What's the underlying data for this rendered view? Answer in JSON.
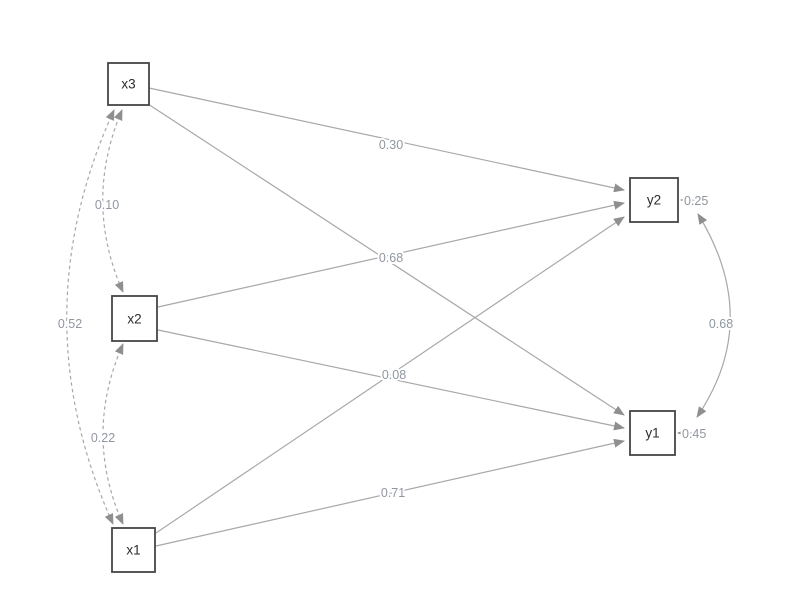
{
  "diagram": {
    "type": "sem-path-diagram",
    "background_color": "#ffffff",
    "edge_color": "#a8a8a8",
    "arrow_color": "#8f8f8f",
    "box_border_color": "#454545",
    "node_text_color": "#2b2b2b",
    "edge_label_color": "#9097a1",
    "nodes": [
      {
        "id": "x3",
        "label": "x3"
      },
      {
        "id": "x2",
        "label": "x2"
      },
      {
        "id": "x1",
        "label": "x1"
      },
      {
        "id": "y2",
        "label": "y2"
      },
      {
        "id": "y1",
        "label": "y1"
      }
    ],
    "labels": {
      "x3_y2": "0.30",
      "mid_upper": "0.68",
      "mid_lower": "0.08",
      "x1_y1": "0.71",
      "x3_x2_cov": "0.10",
      "x3_x1_cov": "0.52",
      "x2_x1_cov": "0.22",
      "y1_y2_cov": "0.68",
      "y2_residual": "0.25",
      "y1_residual": "0.45"
    }
  }
}
